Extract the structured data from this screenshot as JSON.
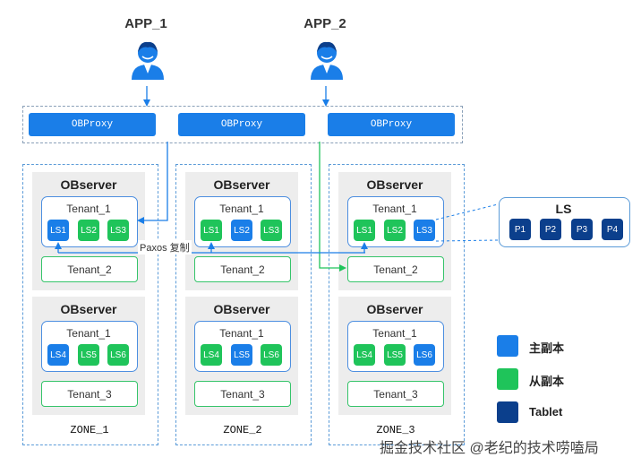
{
  "apps": [
    {
      "label": "APP_1"
    },
    {
      "label": "APP_2"
    }
  ],
  "proxies": [
    "OBProxy",
    "OBProxy",
    "OBProxy"
  ],
  "zones": [
    {
      "label": "ZONE_1",
      "observers": [
        {
          "title": "OBserver",
          "tenant1": "Tenant_1",
          "ls": [
            {
              "name": "LS1",
              "role": "leader"
            },
            {
              "name": "LS2",
              "role": "follower"
            },
            {
              "name": "LS3",
              "role": "follower"
            }
          ],
          "other": "Tenant_2"
        },
        {
          "title": "OBserver",
          "tenant1": "Tenant_1",
          "ls": [
            {
              "name": "LS4",
              "role": "leader"
            },
            {
              "name": "LS5",
              "role": "follower"
            },
            {
              "name": "LS6",
              "role": "follower"
            }
          ],
          "other": "Tenant_3"
        }
      ]
    },
    {
      "label": "ZONE_2",
      "observers": [
        {
          "title": "OBserver",
          "tenant1": "Tenant_1",
          "ls": [
            {
              "name": "LS1",
              "role": "follower"
            },
            {
              "name": "LS2",
              "role": "leader"
            },
            {
              "name": "LS3",
              "role": "follower"
            }
          ],
          "other": "Tenant_2"
        },
        {
          "title": "OBserver",
          "tenant1": "Tenant_1",
          "ls": [
            {
              "name": "LS4",
              "role": "follower"
            },
            {
              "name": "LS5",
              "role": "leader"
            },
            {
              "name": "LS6",
              "role": "follower"
            }
          ],
          "other": "Tenant_3"
        }
      ]
    },
    {
      "label": "ZONE_3",
      "observers": [
        {
          "title": "OBserver",
          "tenant1": "Tenant_1",
          "ls": [
            {
              "name": "LS1",
              "role": "follower"
            },
            {
              "name": "LS2",
              "role": "follower"
            },
            {
              "name": "LS3",
              "role": "leader"
            }
          ],
          "other": "Tenant_2"
        },
        {
          "title": "OBserver",
          "tenant1": "Tenant_1",
          "ls": [
            {
              "name": "LS4",
              "role": "follower"
            },
            {
              "name": "LS5",
              "role": "follower"
            },
            {
              "name": "LS6",
              "role": "leader"
            }
          ],
          "other": "Tenant_3"
        }
      ]
    }
  ],
  "paxos_label": "Paxos 复制",
  "ls_detail": {
    "title": "LS",
    "tablets": [
      "P1",
      "P2",
      "P3",
      "P4"
    ]
  },
  "legend": [
    {
      "label": "主副本",
      "color": "#1a7ee8"
    },
    {
      "label": "从副本",
      "color": "#1fc45a"
    },
    {
      "label": "Tablet",
      "color": "#0b3f8c"
    }
  ],
  "watermark": "掘金技术社区 @老纪的技术唠嗑局"
}
